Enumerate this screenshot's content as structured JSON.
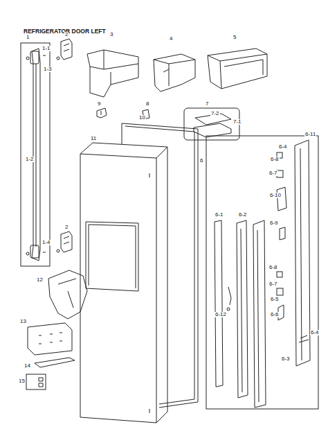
{
  "diagram": {
    "title": "REFRIGERATOR DOOR LEFT",
    "labels": [
      "1",
      "2",
      "3",
      "4",
      "5",
      "1-1",
      "1-3",
      "7",
      "7-2",
      "7-1",
      "9",
      "8",
      "10",
      "11",
      "6",
      "6-4",
      "6-11",
      "6-8",
      "6-7",
      "6-10",
      "6-9",
      "6-1",
      "6-2",
      "1-2",
      "1-4",
      "2",
      "6-8",
      "6-7",
      "6-5",
      "6-6",
      "6-12",
      "12",
      "6-4",
      "13",
      "6-3",
      "14",
      "15"
    ]
  }
}
